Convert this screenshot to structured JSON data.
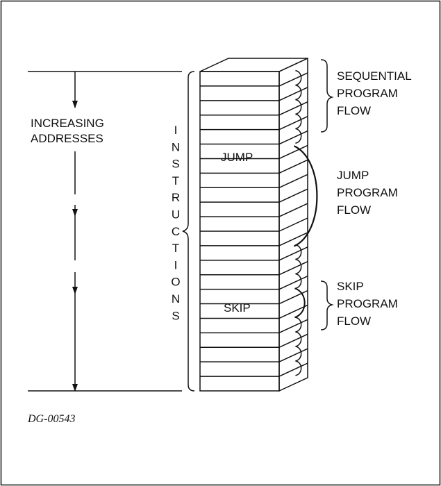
{
  "labels": {
    "increasing_addresses": [
      "INCREASING",
      "ADDRESSES"
    ],
    "instructions": [
      "I",
      "N",
      "S",
      "T",
      "R",
      "U",
      "C",
      "T",
      "I",
      "O",
      "N",
      "S"
    ],
    "jump": "JUMP",
    "skip": "SKIP",
    "sequential_flow": [
      "SEQUENTIAL",
      "PROGRAM",
      "FLOW"
    ],
    "jump_flow": [
      "JUMP",
      "PROGRAM",
      "FLOW"
    ],
    "skip_flow": [
      "SKIP",
      "PROGRAM",
      "FLOW"
    ],
    "figure_id": "DG-00543"
  },
  "stack": {
    "rows": 22,
    "jump_row": 6,
    "skip_row": 16
  },
  "colors": {
    "ink": "#111111",
    "background": "#ffffff"
  }
}
